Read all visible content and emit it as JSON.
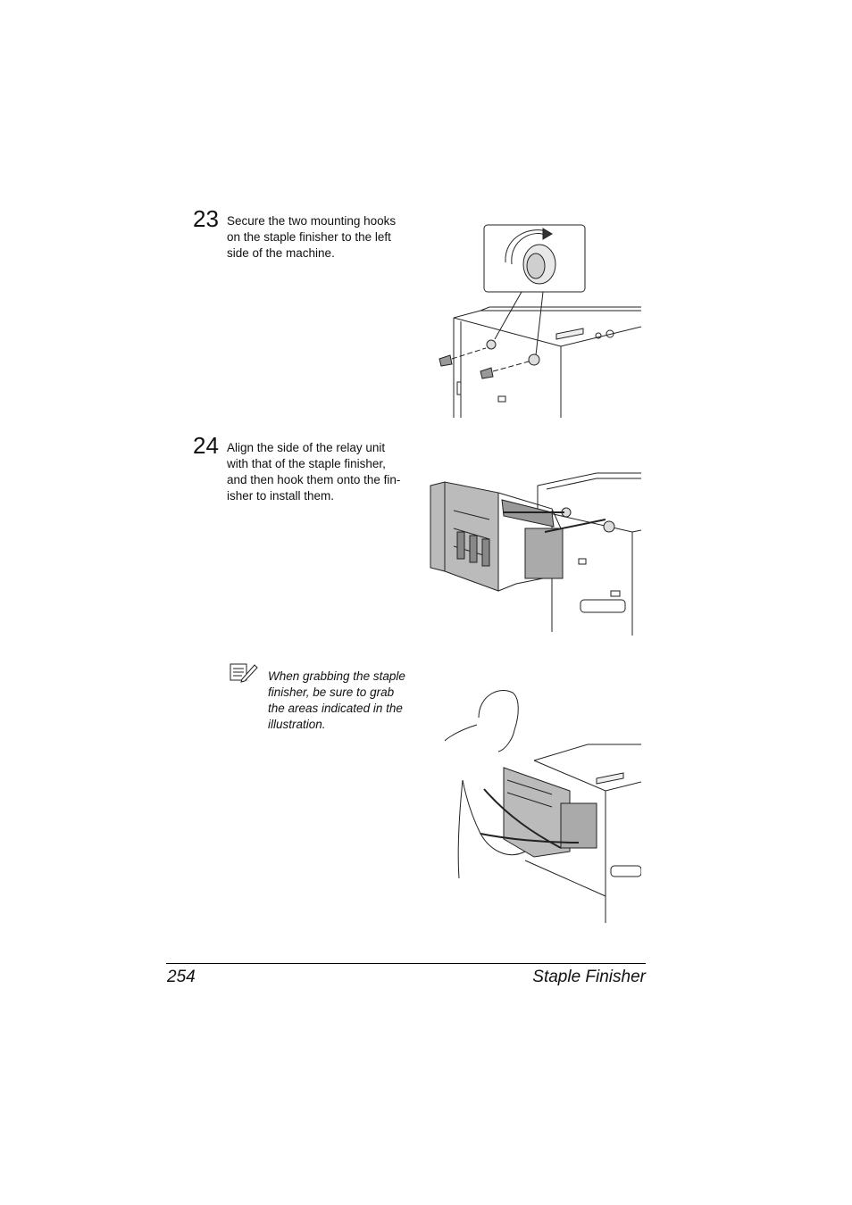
{
  "steps": [
    {
      "number": "23",
      "lines": [
        "Secure the two mounting hooks",
        "on the staple finisher to the left",
        "side of the machine."
      ]
    },
    {
      "number": "24",
      "lines": [
        "Align the side of the relay unit",
        "with that of the staple finisher,",
        "and then hook them onto the fin-",
        "isher to install them."
      ]
    }
  ],
  "note": {
    "icon": "note-pencil-icon",
    "lines": [
      "When grabbing the staple",
      "finisher, be sure to grab",
      "the areas indicated in the",
      "illustration."
    ]
  },
  "footer": {
    "page_number": "254",
    "section_title": "Staple Finisher"
  }
}
